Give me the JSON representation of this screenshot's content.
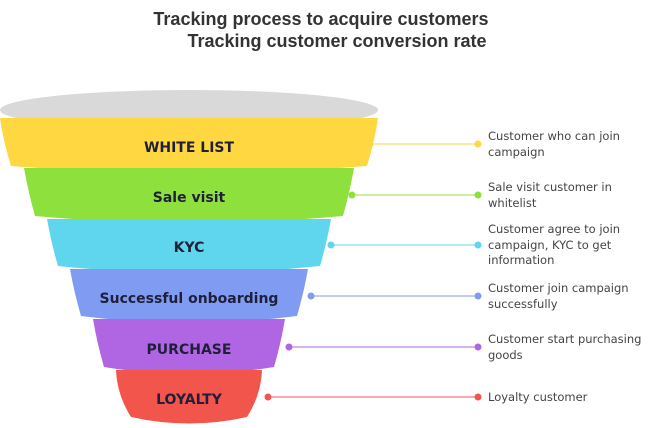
{
  "titles": {
    "line1": "Tracking process to acquire customers",
    "line2": "Tracking customer conversion rate"
  },
  "stages": [
    {
      "label": "WHITE LIST",
      "color": "#FFD740",
      "description": "Customer who can join campaign"
    },
    {
      "label": "Sale visit",
      "color": "#8EE03D",
      "description": "Sale visit customer in whitelist"
    },
    {
      "label": "KYC",
      "color": "#5FD6EE",
      "description": "Customer agree to join campaign, KYC to get information"
    },
    {
      "label": "Successful onboarding",
      "color": "#7F9CF2",
      "description": "Customer join campaign successfully"
    },
    {
      "label": "PURCHASE",
      "color": "#B065E2",
      "description": "Customer start purchasing goods"
    },
    {
      "label": "LOYALTY",
      "color": "#F2554C",
      "description": "Loyalty customer"
    }
  ],
  "colors": {
    "top_ellipse": "#D9D9D9",
    "label_text": "#1F1F3A"
  }
}
